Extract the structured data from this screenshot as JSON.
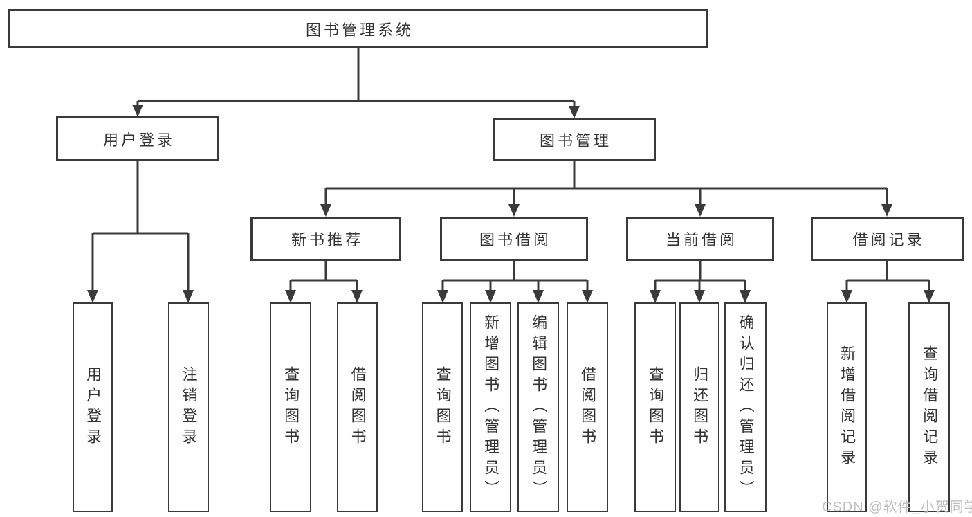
{
  "diagram": {
    "tree": {
      "root": {
        "label": "图书管理系统"
      },
      "branches": [
        {
          "label": "用户登录",
          "children": [
            {
              "label": "用户登录"
            },
            {
              "label": "注销登录"
            }
          ]
        },
        {
          "label": "图书管理",
          "children": [
            {
              "label": "新书推荐",
              "children": [
                {
                  "label": "查询图书"
                },
                {
                  "label": "借阅图书"
                }
              ]
            },
            {
              "label": "图书借阅",
              "children": [
                {
                  "label": "查询图书"
                },
                {
                  "label": "新增图书（管理员）"
                },
                {
                  "label": "编辑图书（管理员）"
                },
                {
                  "label": "借阅图书"
                }
              ]
            },
            {
              "label": "当前借阅",
              "children": [
                {
                  "label": "查询图书"
                },
                {
                  "label": "归还图书"
                },
                {
                  "label": "确认归还（管理员）"
                }
              ]
            },
            {
              "label": "借阅记录",
              "children": [
                {
                  "label": "新增借阅记录"
                },
                {
                  "label": "查询借阅记录"
                }
              ]
            }
          ]
        }
      ]
    }
  },
  "watermark": {
    "text": "CSDN @软件_小贺同学"
  },
  "colors": {
    "line": "#3a3a3a",
    "text": "#333333",
    "watermark": "#bfbfbf",
    "background": "#ffffff"
  }
}
